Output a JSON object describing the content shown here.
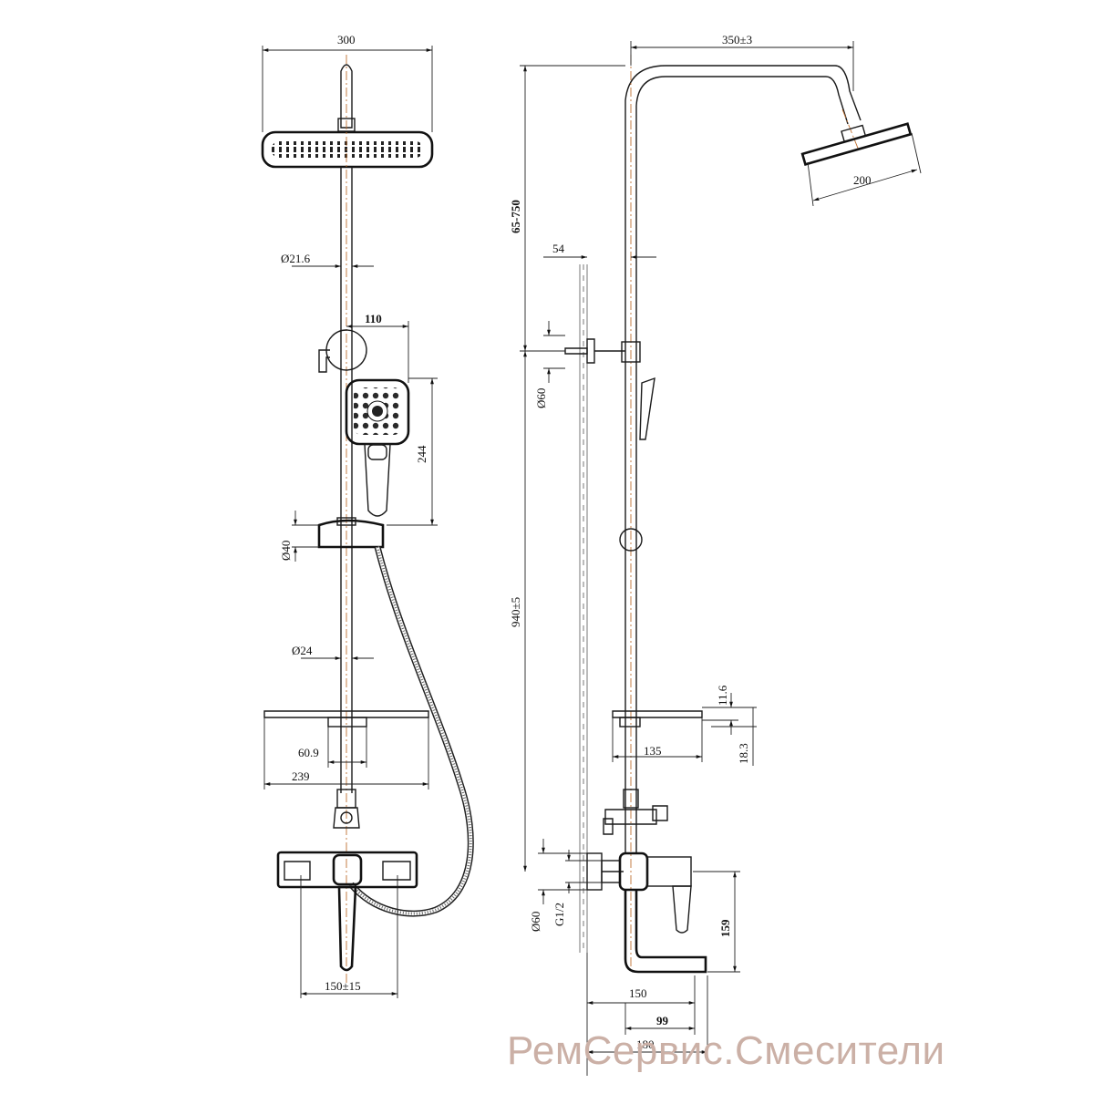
{
  "dimensions": {
    "front": {
      "head_width": "300",
      "rod_diameter": "Ø21.6",
      "holder_offset": "110",
      "handshower_length": "244",
      "slider_diameter": "Ø40",
      "lower_rod_diameter": "Ø24",
      "shelf_inner": "60.9",
      "shelf_width": "239",
      "mixer_spacing": "150±15"
    },
    "side": {
      "arm_reach": "350±3",
      "head_diameter": "200",
      "height_range": "65-750",
      "wall_offset": "54",
      "flange_diameter_top": "Ø60",
      "rod_height": "940±5",
      "shelf_thickness": "11.6",
      "shelf_height": "18.3",
      "shelf_depth": "135",
      "flange_diameter_bottom": "Ø60",
      "thread": "G1/2",
      "spout_height": "159",
      "spout_150": "150",
      "spout_99": "99",
      "spout_180": "180"
    }
  },
  "watermark": "РемСервис.Смесители"
}
